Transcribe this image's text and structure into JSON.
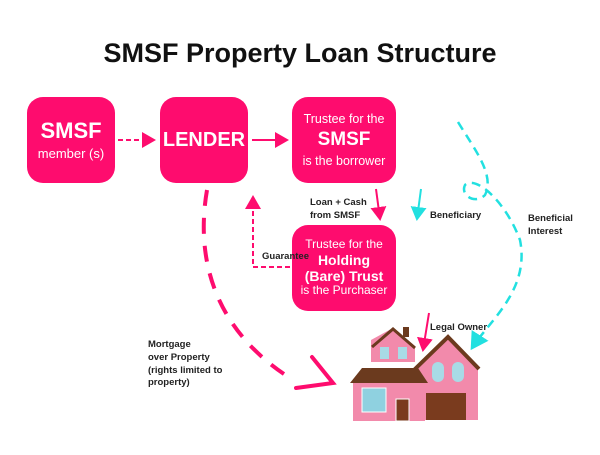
{
  "title": "SMSF Property Loan Structure",
  "boxes": {
    "member": {
      "line1": "SMSF",
      "line2": "member (s)"
    },
    "lender": {
      "line1": "LENDER"
    },
    "trustee_smsf": {
      "line1": "Trustee for the",
      "line2": "SMSF",
      "line3": "is the borrower"
    },
    "holding": {
      "line1": "Trustee for the",
      "line2": "Holding",
      "line3": "(Bare) Trust",
      "line4": "is the Purchaser"
    }
  },
  "labels": {
    "loan_cash": "Loan + Cash\nfrom SMSF",
    "beneficiary": "Beneficiary",
    "beneficial_interest": "Beneficial\nInterest",
    "guarantee": "Guarantee",
    "legal_owner": "Legal Owner",
    "mortgage": "Mortgage\nover Property\n(rights limited to\nproperty)"
  },
  "colors": {
    "pink": "#fe0c6e",
    "cyan": "#22e0e0"
  }
}
